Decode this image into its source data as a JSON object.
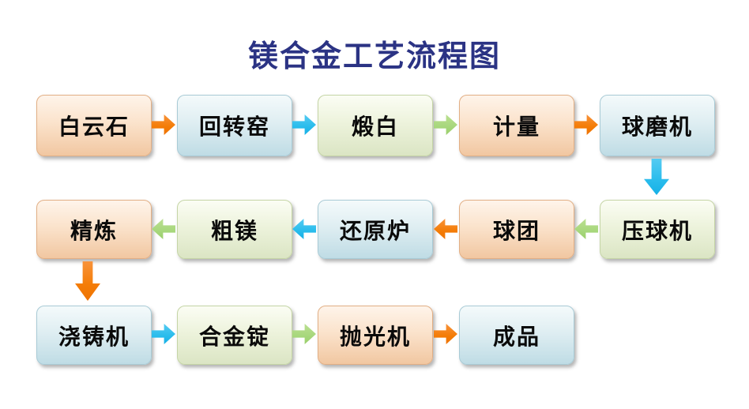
{
  "title": "镁合金工艺流程图",
  "colors": {
    "title_text": "#2B3384",
    "node_text": "#0A0A0A",
    "arrow_orange": "#F47C06",
    "arrow_cyan": "#29BCEC",
    "arrow_green": "#A7D77C",
    "node_peach_top": "#FEF4EA",
    "node_peach_bottom": "#F1C7A1",
    "node_blue_top": "#F4FAFB",
    "node_blue_bottom": "#BFDCE5",
    "node_green_top": "#FBFDF4",
    "node_green_bottom": "#DBE5C4"
  },
  "nodes": [
    {
      "label": "白云石",
      "palette": "peach",
      "row": 1
    },
    {
      "label": "回转窑",
      "palette": "blue",
      "row": 1
    },
    {
      "label": "煅白",
      "palette": "green",
      "row": 1
    },
    {
      "label": "计量",
      "palette": "peach",
      "row": 1
    },
    {
      "label": "球磨机",
      "palette": "blue",
      "row": 1
    },
    {
      "label": "精炼",
      "palette": "peach",
      "row": 2
    },
    {
      "label": "粗镁",
      "palette": "green",
      "row": 2
    },
    {
      "label": "还原炉",
      "palette": "blue",
      "row": 2
    },
    {
      "label": "球团",
      "palette": "peach",
      "row": 2
    },
    {
      "label": "压球机",
      "palette": "green",
      "row": 2
    },
    {
      "label": "浇铸机",
      "palette": "blue",
      "row": 3
    },
    {
      "label": "合金锭",
      "palette": "green",
      "row": 3
    },
    {
      "label": "抛光机",
      "palette": "peach",
      "row": 3
    },
    {
      "label": "成品",
      "palette": "blue",
      "row": 3
    }
  ],
  "arrows": [
    {
      "from": "白云石",
      "to": "回转窑",
      "direction": "right",
      "color": "orange"
    },
    {
      "from": "回转窑",
      "to": "煅白",
      "direction": "right",
      "color": "cyan"
    },
    {
      "from": "煅白",
      "to": "计量",
      "direction": "right",
      "color": "green"
    },
    {
      "from": "计量",
      "to": "球磨机",
      "direction": "right",
      "color": "orange"
    },
    {
      "from": "球磨机",
      "to": "压球机",
      "direction": "down",
      "color": "cyan"
    },
    {
      "from": "压球机",
      "to": "球团",
      "direction": "left",
      "color": "green"
    },
    {
      "from": "球团",
      "to": "还原炉",
      "direction": "left",
      "color": "orange"
    },
    {
      "from": "还原炉",
      "to": "粗镁",
      "direction": "left",
      "color": "cyan"
    },
    {
      "from": "粗镁",
      "to": "精炼",
      "direction": "left",
      "color": "green"
    },
    {
      "from": "精炼",
      "to": "浇铸机",
      "direction": "down",
      "color": "orange"
    },
    {
      "from": "浇铸机",
      "to": "合金锭",
      "direction": "right",
      "color": "cyan"
    },
    {
      "from": "合金锭",
      "to": "抛光机",
      "direction": "right",
      "color": "green"
    },
    {
      "from": "抛光机",
      "to": "成品",
      "direction": "right",
      "color": "orange"
    }
  ]
}
